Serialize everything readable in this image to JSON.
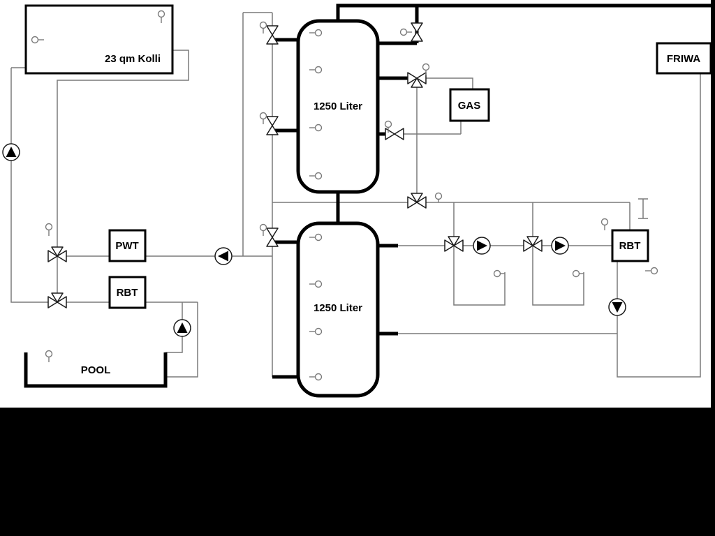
{
  "diagram": {
    "type": "hydraulic-heating-schematic",
    "labels": {
      "collector": "23 qm Kolli",
      "tank_upper": "1250 Liter",
      "tank_lower": "1250 Liter",
      "pwt": "PWT",
      "rbt_left": "RBT",
      "rbt_right": "RBT",
      "gas": "GAS",
      "friwa": "FRIWA",
      "pool": "POOL"
    },
    "colors": {
      "bg": "#ffffff",
      "line": "#7a7a7a",
      "pipe": "#000000",
      "symbol": "#1a1a1a",
      "mask": "#000000"
    },
    "symbols": {
      "pumps": [
        {
          "name": "pump-collector-loop",
          "direction": "up"
        },
        {
          "name": "pump-pwt-loop",
          "direction": "left"
        },
        {
          "name": "pump-pool-loop",
          "direction": "up"
        },
        {
          "name": "pump-heating-circuit-1",
          "direction": "right"
        },
        {
          "name": "pump-heating-circuit-2",
          "direction": "right"
        },
        {
          "name": "pump-rbt-circuit",
          "direction": "down"
        }
      ],
      "valves": [
        {
          "name": "valve-solar-tank1-top",
          "type": "two-way"
        },
        {
          "name": "valve-solar-tank1-mid",
          "type": "two-way"
        },
        {
          "name": "valve-solar-tank2-top",
          "type": "two-way"
        },
        {
          "name": "valve-dhw-top",
          "type": "two-way"
        },
        {
          "name": "valve-gas-feed",
          "type": "three-way"
        },
        {
          "name": "valve-header-mixing",
          "type": "three-way"
        },
        {
          "name": "valve-gas-return",
          "type": "two-way"
        },
        {
          "name": "valve-pwt-mixing",
          "type": "three-way"
        },
        {
          "name": "valve-pool-mixing",
          "type": "three-way"
        },
        {
          "name": "valve-heating-circuit-1",
          "type": "three-way"
        },
        {
          "name": "valve-heating-circuit-2",
          "type": "three-way"
        }
      ],
      "sensor_count": 23
    }
  }
}
